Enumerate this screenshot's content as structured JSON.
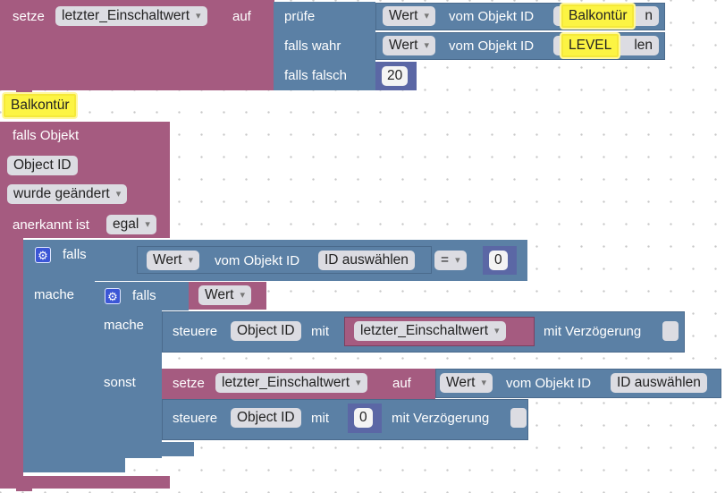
{
  "colors": {
    "purple": "#a55b80",
    "blue": "#5b80a5",
    "indigo": "#5b67a5",
    "highlight": "#fcf443"
  },
  "top": {
    "setze": "setze",
    "var": "letzter_Einschaltwert",
    "auf": "auf",
    "pruefe": "prüfe",
    "falls_wahr": "falls wahr",
    "falls_falsch": "falls falsch",
    "wert1": "Wert",
    "vom_objekt_id1": "vom Objekt ID",
    "id1_tail": "n",
    "wert2": "Wert",
    "vom_objekt_id2": "vom Objekt ID",
    "id2_tail": "len",
    "highlight1": "Balkontür",
    "highlight2": "LEVEL",
    "falsch_value": "20"
  },
  "highlight_left": "Balkontür",
  "trigger": {
    "falls_objekt": "falls Objekt",
    "object_id": "Object ID",
    "wurde_geaendert": "wurde geändert",
    "anerkannt_ist": "anerkannt ist",
    "egal": "egal"
  },
  "if1": {
    "falls": "falls",
    "mache": "mache",
    "wert": "Wert",
    "vom_objekt_id": "vom Objekt ID",
    "id_auswaehlen": "ID auswählen",
    "op": "=",
    "value": "0",
    "settings_icon": "gear-icon"
  },
  "if2": {
    "falls": "falls",
    "wert": "Wert",
    "mache": "mache",
    "sonst": "sonst",
    "steuere1": "steuere",
    "object_id1": "Object ID",
    "mit1": "mit",
    "var1": "letzter_Einschaltwert",
    "verzoegerung1": "mit Verzögerung",
    "setze": "setze",
    "var2": "letzter_Einschaltwert",
    "auf": "auf",
    "wert2": "Wert",
    "vom_objekt_id2": "vom Objekt ID",
    "id_auswaehlen2": "ID auswählen",
    "steuere2": "steuere",
    "object_id2": "Object ID",
    "mit2": "mit",
    "value2": "0",
    "verzoegerung2": "mit Verzögerung",
    "settings_icon": "gear-icon"
  }
}
